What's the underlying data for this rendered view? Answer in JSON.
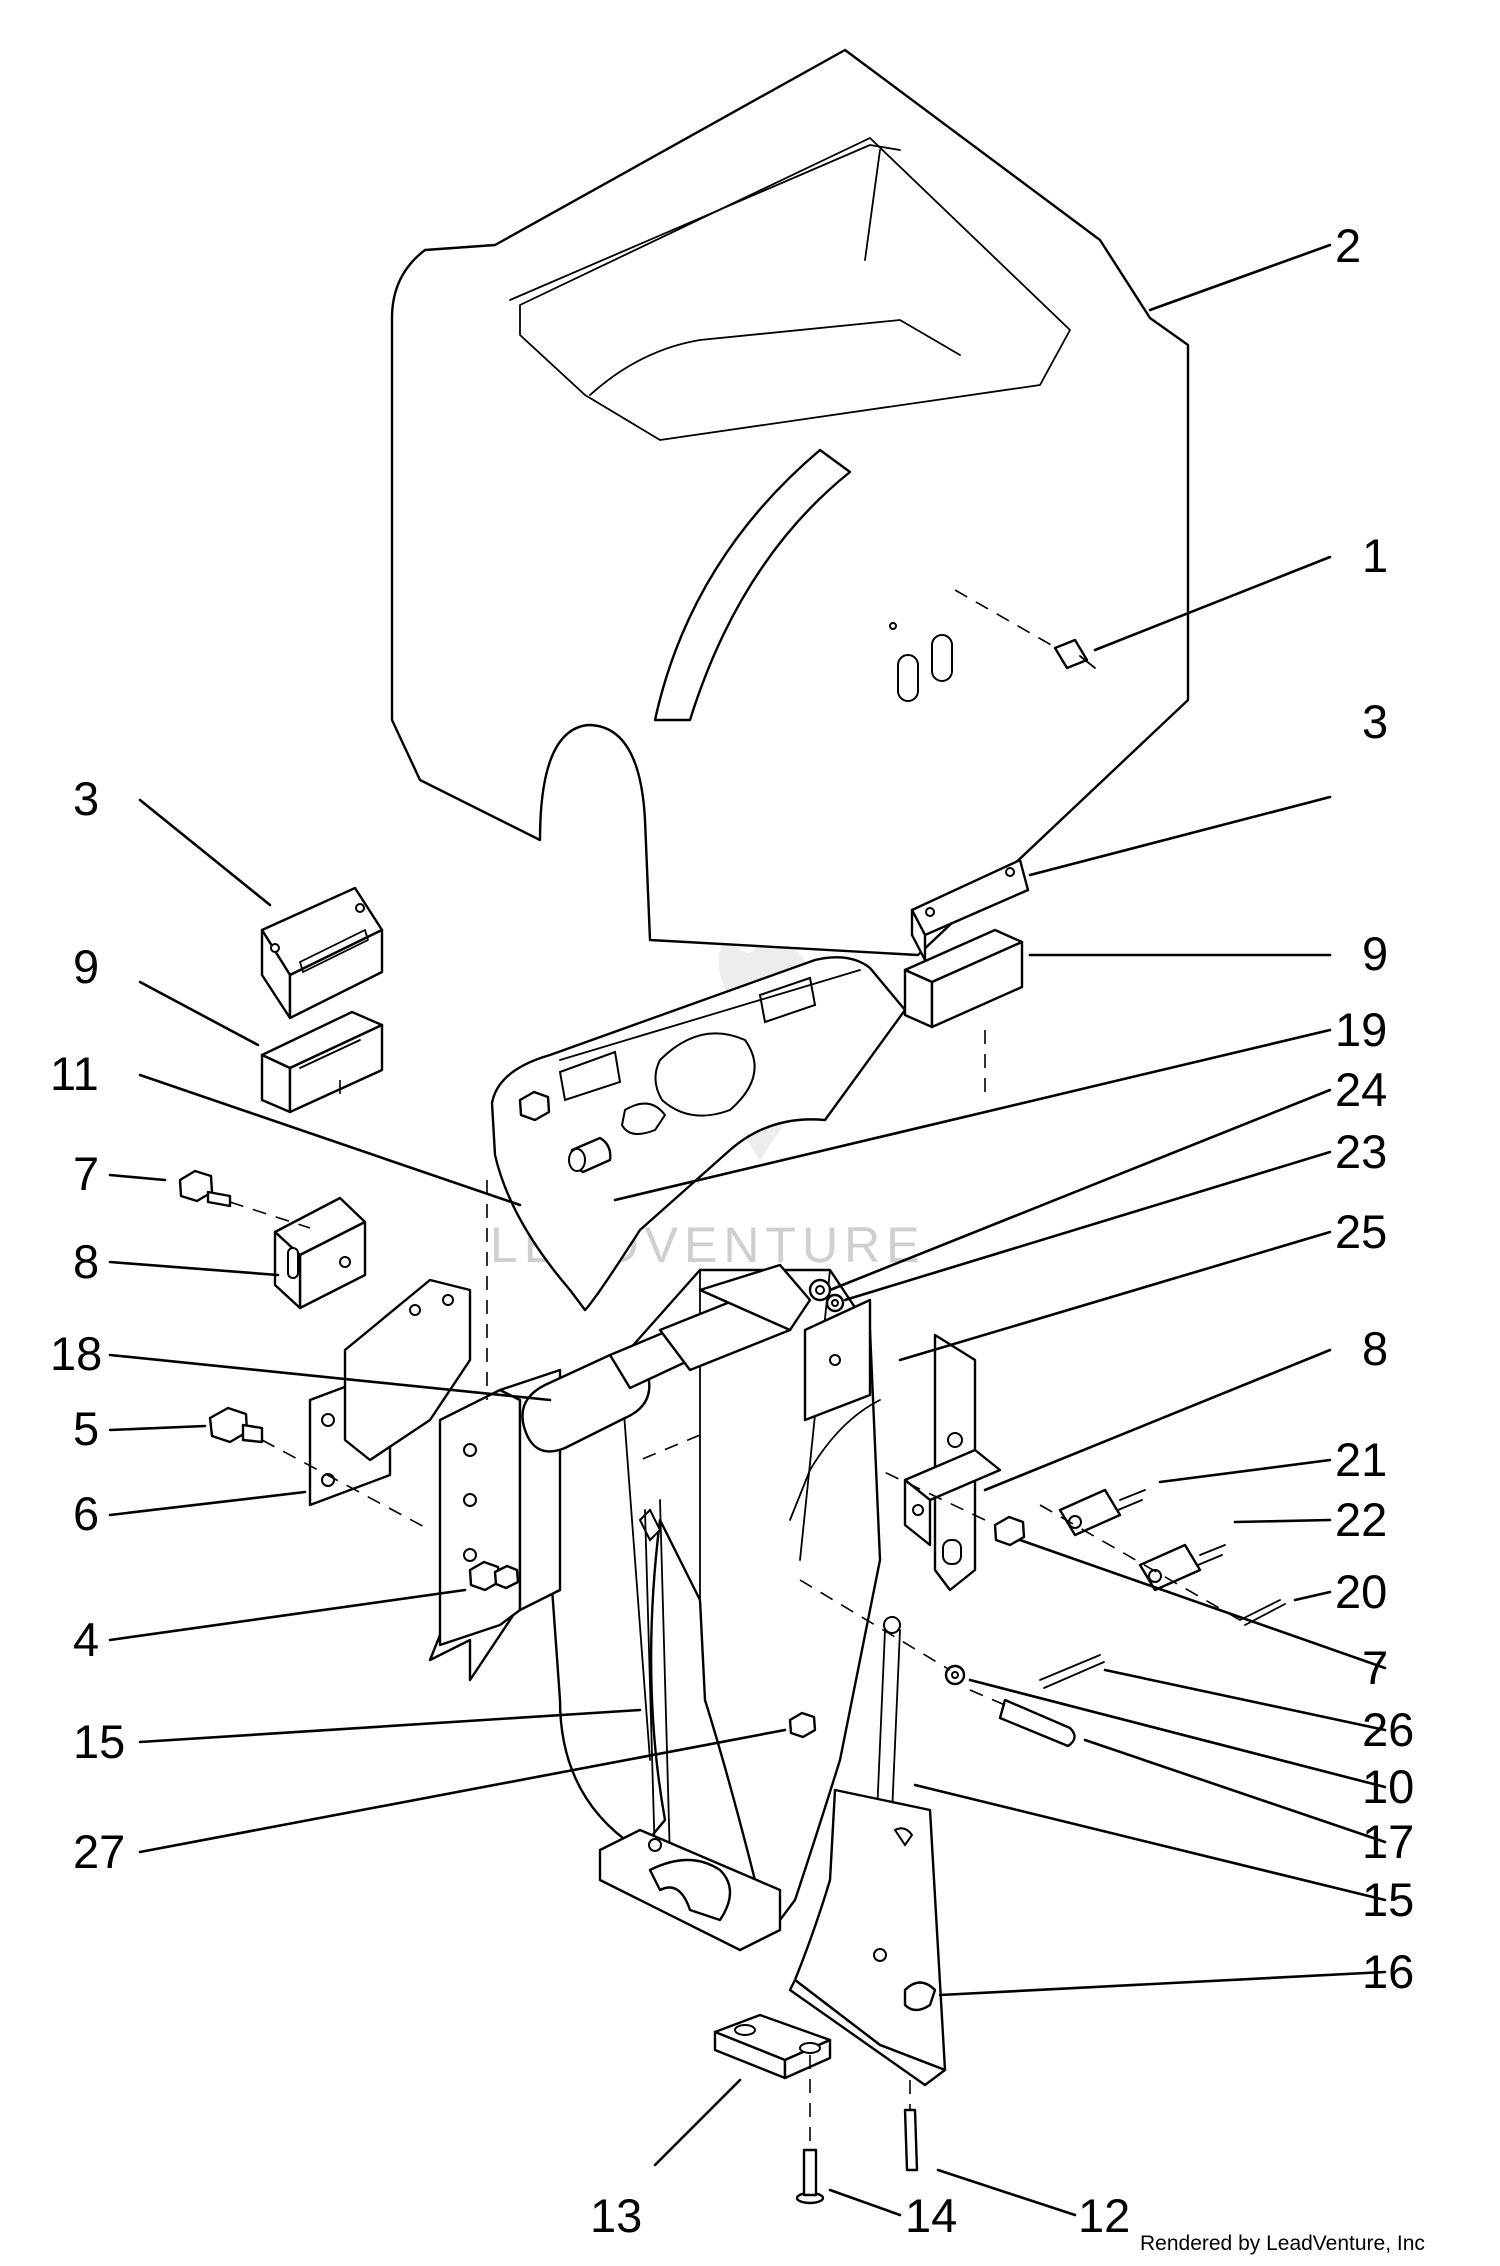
{
  "watermark": {
    "text": "LEADVENTURE"
  },
  "footer": {
    "rendered_by": "Rendered by LeadVenture, Inc"
  },
  "callouts": [
    {
      "label": "2"
    },
    {
      "label": "1"
    },
    {
      "label": "3"
    },
    {
      "label": "3"
    },
    {
      "label": "9"
    },
    {
      "label": "9"
    },
    {
      "label": "19"
    },
    {
      "label": "11"
    },
    {
      "label": "24"
    },
    {
      "label": "23"
    },
    {
      "label": "7"
    },
    {
      "label": "8"
    },
    {
      "label": "25"
    },
    {
      "label": "8"
    },
    {
      "label": "18"
    },
    {
      "label": "5"
    },
    {
      "label": "21"
    },
    {
      "label": "22"
    },
    {
      "label": "6"
    },
    {
      "label": "20"
    },
    {
      "label": "4"
    },
    {
      "label": "7"
    },
    {
      "label": "26"
    },
    {
      "label": "15"
    },
    {
      "label": "10"
    },
    {
      "label": "27"
    },
    {
      "label": "17"
    },
    {
      "label": "15"
    },
    {
      "label": "16"
    },
    {
      "label": "13"
    },
    {
      "label": "14"
    },
    {
      "label": "12"
    }
  ]
}
